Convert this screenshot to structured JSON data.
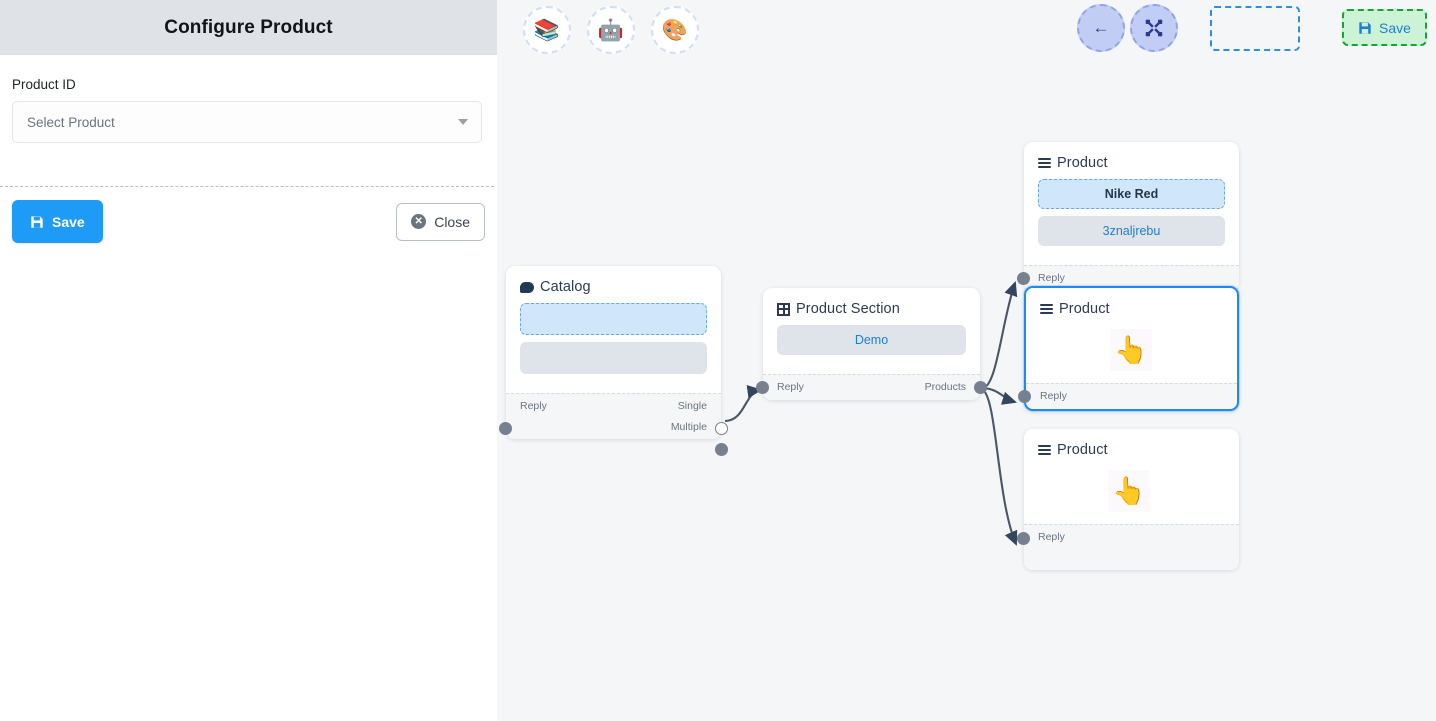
{
  "panel": {
    "title": "Configure Product",
    "field_label": "Product ID",
    "select_placeholder": "Select Product",
    "save_label": "Save",
    "close_label": "Close",
    "save_icon": "floppy-disk-icon",
    "close_icon": "close-circle-icon",
    "caret_icon": "chevron-down-icon"
  },
  "toolbar": {
    "left_tools": [
      {
        "name": "stack-icon",
        "glyph": "📚"
      },
      {
        "name": "robot-icon",
        "glyph": "🤖"
      },
      {
        "name": "palette-icon",
        "glyph": "🎨"
      }
    ],
    "right_tools": [
      {
        "name": "back-arrow-icon",
        "glyph": "←"
      },
      {
        "name": "fit-view-icon",
        "glyph": "✕"
      }
    ],
    "save_label": "Save",
    "save_icon": "floppy-disk-icon",
    "slot_label": ""
  },
  "nodes": [
    {
      "id": "catalog",
      "title": "Catalog",
      "icon": "chat-bubble-icon",
      "selected": false,
      "slots": [
        {
          "style": "dashed-blue",
          "text": ""
        },
        {
          "style": "grey",
          "text": ""
        }
      ],
      "ports_left": [
        "Reply"
      ],
      "ports_right": [
        "Single",
        "Multiple"
      ],
      "cursor": false
    },
    {
      "id": "product-section",
      "title": "Product Section",
      "icon": "grid-icon",
      "selected": false,
      "slots": [
        {
          "style": "grey",
          "text": "Demo"
        }
      ],
      "ports_left": [
        "Reply"
      ],
      "ports_right": [
        "Products"
      ],
      "cursor": false
    },
    {
      "id": "product-1",
      "title": "Product",
      "icon": "hamburger-icon",
      "selected": false,
      "slots": [
        {
          "style": "dashed-blue",
          "text": "Nike Red"
        },
        {
          "style": "grey",
          "text": "3znaljrebu"
        }
      ],
      "ports_left": [
        "Reply"
      ],
      "ports_right": [],
      "cursor": false
    },
    {
      "id": "product-2",
      "title": "Product",
      "icon": "hamburger-icon",
      "selected": true,
      "slots": [
        {
          "style": "empty",
          "text": ""
        }
      ],
      "ports_left": [
        "Reply"
      ],
      "ports_right": [],
      "cursor": true
    },
    {
      "id": "product-3",
      "title": "Product",
      "icon": "hamburger-icon",
      "selected": false,
      "slots": [
        {
          "style": "empty",
          "text": ""
        }
      ],
      "ports_left": [
        "Reply"
      ],
      "ports_right": [],
      "cursor": true
    }
  ],
  "colors": {
    "accent_blue": "#1d9bf6",
    "canvas_bg": "#f4f6f8",
    "panel_header_bg": "#dfe3e8",
    "node_selected_border": "#1d8bf1",
    "handle": "#76808f",
    "edge": "#4a5768",
    "toolbar_save_bg": "#ccf3d5",
    "toolbar_save_border": "#18a336",
    "slot_dashed_blue_bg": "#cfe6fb",
    "slot_grey_bg": "#dfe4ea"
  }
}
